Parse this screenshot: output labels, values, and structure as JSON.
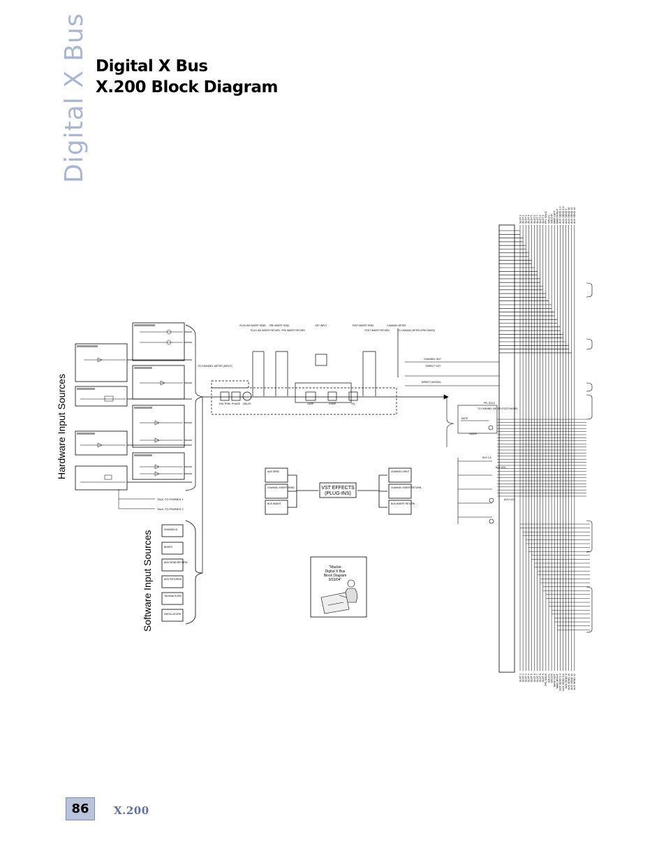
{
  "page": {
    "side_brand": "Digital X Bus",
    "title_line1": "Digital X Bus",
    "title_line2": "X.200 Block Diagram",
    "page_number": "86",
    "product": "X.200"
  },
  "diagram": {
    "hardware_label": "Hardware Input Sources",
    "software_label": "Software Input Sources",
    "hardware_blocks": [
      "MIC/LINE INPUTS",
      "MIC/LINE INPUTS",
      "INST/LINE INPUT",
      "ADAT/SPDIF",
      "TALKBACK INPUT",
      "ANALOG INPUTS"
    ],
    "software_blocks": [
      "CHANNELS",
      "BUSES",
      "AUX SEND RETURN",
      "AUX RETURNS",
      "TALKBACK MIC",
      "OSCILLATORS"
    ],
    "talk_outputs": [
      "TALK TO PHONES 1",
      "TALK TO PHONES 2"
    ],
    "channel_strip": [
      "DIG TRIM",
      "PHASE",
      "DELAY",
      "GATE",
      "COMP",
      "EQ"
    ],
    "to_meter": "TO CHANNEL METER (INPUT)",
    "vst_effects_line1": "VST EFFECTS",
    "vst_effects_line2": "(PLUG-INS)",
    "vst_inputs": [
      "AUX SEND",
      "CHANNEL INSERT SEND",
      "BUS INSERT"
    ],
    "vst_outputs": [
      "CHANNEL INPUT",
      "CHANNEL INSERT RETURN",
      "BUS INSERT RETURN"
    ],
    "note_line1": "\"Mackie",
    "note_line2": "Digital X Bus",
    "note_line3": "Block Diagram",
    "note_line4": "9/23/04\"",
    "insert_labels": [
      "PLUG-INS INSERT SEND",
      "PLUG-INS INSERT RETURN",
      "PRE INSERT SEND",
      "PRE INSERT RETURN",
      "KEY INPUT",
      "POST INSERT SEND",
      "POST INSERT RETURN",
      "CHANNEL METER",
      "TO CHANNEL METER (PRE-FADER)"
    ],
    "outputs_labels": [
      "CHANNEL OUT",
      "DIRECT OUT",
      "DIRECT ASSIGN"
    ],
    "bus_names": [
      "SLOT 1",
      "SLOT 2",
      "SLOT 3",
      "SLOT 4",
      "SLOT 5",
      "SLOT 6",
      "SLOT 7",
      "SLOT 8",
      "SLOT 9",
      "PFL SOLO",
      "SOLO L",
      "SOLO R",
      "MAIN LEFT",
      "MAIN RIGHT",
      "AUX SEND 1-4",
      "AUX SEND 5-8",
      "AUX SEND 9",
      "AUX SEND 10",
      "AUX SEND 11",
      "AUX SEND 12"
    ],
    "fader_labels": [
      "PFL SOLO",
      "TO CHANNEL METER (POST-FADER)",
      "MUTE",
      "FADER",
      "AUX 1-8",
      "AUX 9/10",
      "AUX 11/12"
    ]
  }
}
